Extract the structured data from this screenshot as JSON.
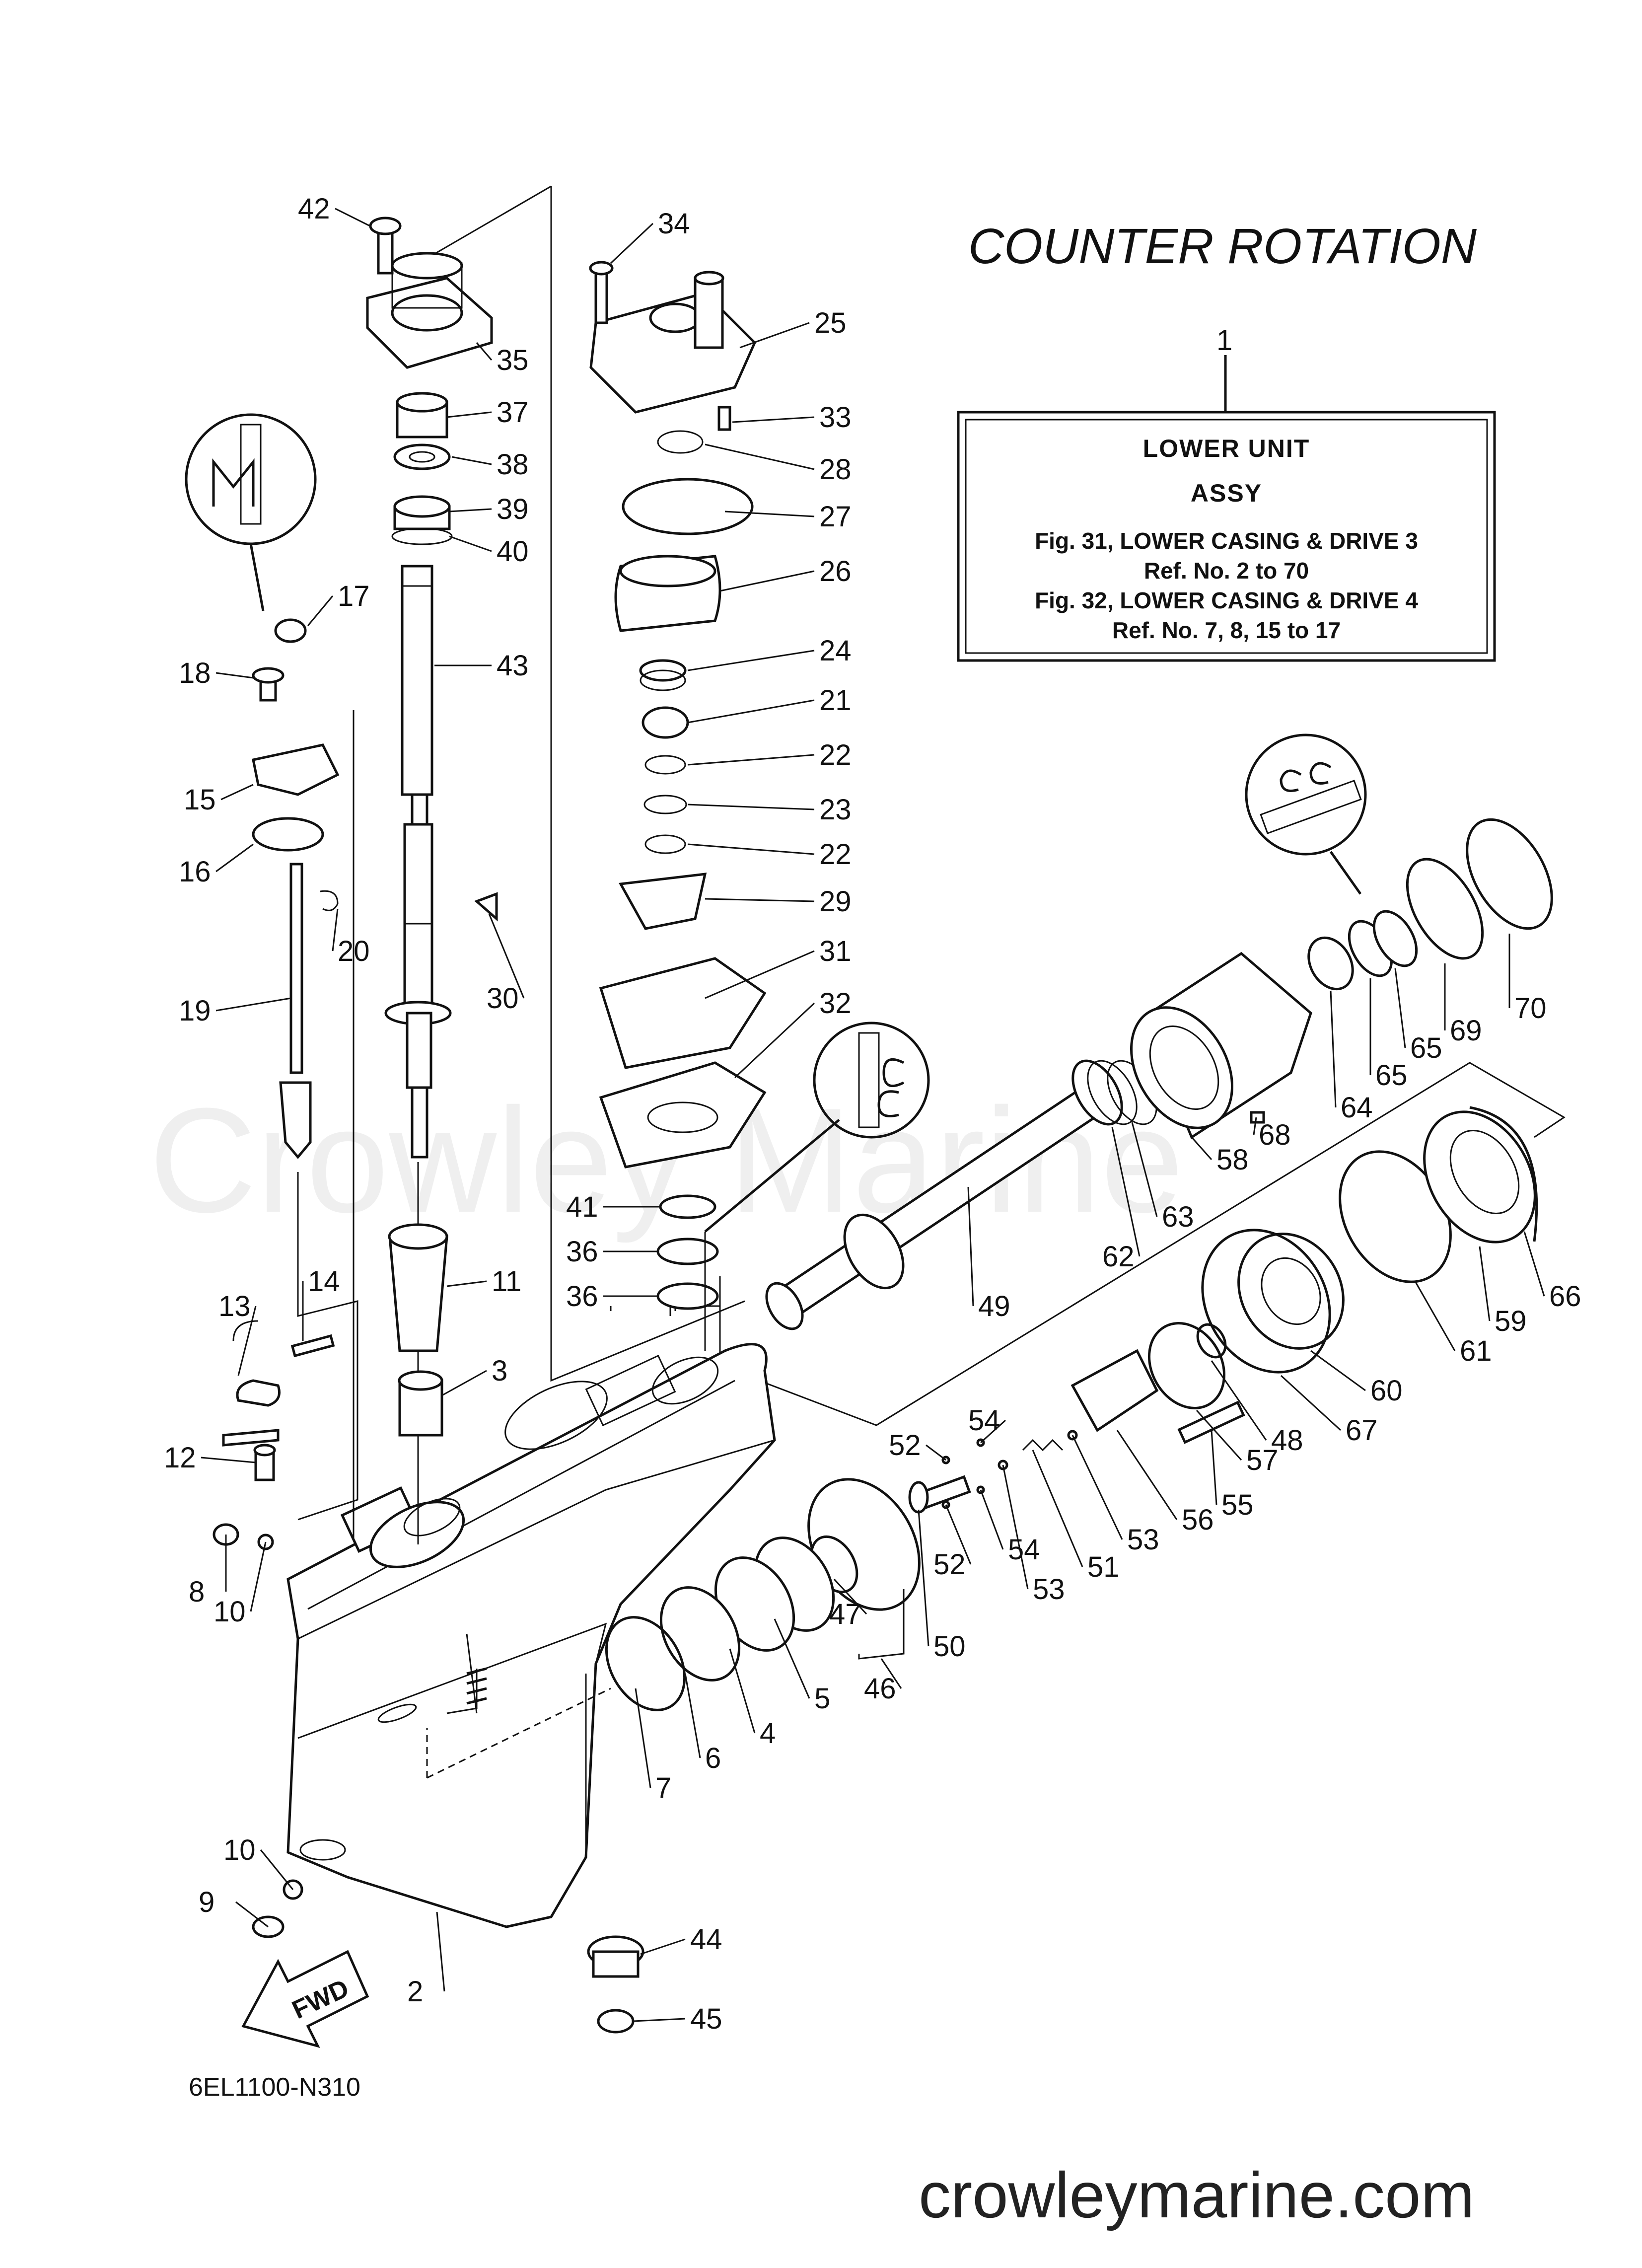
{
  "title": "COUNTER ROTATION",
  "assy_box": {
    "ref_no": "1",
    "line1": "LOWER UNIT",
    "line2": "ASSY",
    "line3": "Fig. 31, LOWER CASING & DRIVE 3",
    "line4": "Ref. No. 2 to 70",
    "line5": "Fig. 32, LOWER CASING & DRIVE 4",
    "line6": "Ref. No. 7, 8, 15 to 17"
  },
  "diagram_code": "6EL1100-N310",
  "website": "crowleymarine.com",
  "watermark": "Crowley Marine",
  "fwd_label": "FWD",
  "icons": [
    "grease-marker-m",
    "grease-marker-c",
    "sealant-marker-gg"
  ],
  "part_labels": [
    {
      "id": "p42",
      "text": "42"
    },
    {
      "id": "p34",
      "text": "34"
    },
    {
      "id": "p25",
      "text": "25"
    },
    {
      "id": "p35",
      "text": "35"
    },
    {
      "id": "p37",
      "text": "37"
    },
    {
      "id": "p33",
      "text": "33"
    },
    {
      "id": "p28",
      "text": "28"
    },
    {
      "id": "p38",
      "text": "38"
    },
    {
      "id": "p39",
      "text": "39"
    },
    {
      "id": "p27",
      "text": "27"
    },
    {
      "id": "p40",
      "text": "40"
    },
    {
      "id": "p26",
      "text": "26"
    },
    {
      "id": "p17",
      "text": "17"
    },
    {
      "id": "p43",
      "text": "43"
    },
    {
      "id": "p24",
      "text": "24"
    },
    {
      "id": "p18",
      "text": "18"
    },
    {
      "id": "p21",
      "text": "21"
    },
    {
      "id": "p22a",
      "text": "22"
    },
    {
      "id": "p15",
      "text": "15"
    },
    {
      "id": "p23",
      "text": "23"
    },
    {
      "id": "p22b",
      "text": "22"
    },
    {
      "id": "p16",
      "text": "16"
    },
    {
      "id": "p29",
      "text": "29"
    },
    {
      "id": "p20",
      "text": "20"
    },
    {
      "id": "p31",
      "text": "31"
    },
    {
      "id": "p30",
      "text": "30"
    },
    {
      "id": "p32",
      "text": "32"
    },
    {
      "id": "p19",
      "text": "19"
    },
    {
      "id": "p70",
      "text": "70"
    },
    {
      "id": "p69",
      "text": "69"
    },
    {
      "id": "p65a",
      "text": "65"
    },
    {
      "id": "p65b",
      "text": "65"
    },
    {
      "id": "p64",
      "text": "64"
    },
    {
      "id": "p68",
      "text": "68"
    },
    {
      "id": "p58",
      "text": "58"
    },
    {
      "id": "p63",
      "text": "63"
    },
    {
      "id": "p41",
      "text": "41"
    },
    {
      "id": "p36a",
      "text": "36"
    },
    {
      "id": "p36b",
      "text": "36"
    },
    {
      "id": "p62",
      "text": "62"
    },
    {
      "id": "p11",
      "text": "11"
    },
    {
      "id": "p66",
      "text": "66"
    },
    {
      "id": "p59",
      "text": "59"
    },
    {
      "id": "p61",
      "text": "61"
    },
    {
      "id": "p49",
      "text": "49"
    },
    {
      "id": "p60",
      "text": "60"
    },
    {
      "id": "p13",
      "text": "13"
    },
    {
      "id": "p14",
      "text": "14"
    },
    {
      "id": "p3",
      "text": "3"
    },
    {
      "id": "p67",
      "text": "67"
    },
    {
      "id": "p48",
      "text": "48"
    },
    {
      "id": "p57",
      "text": "57"
    },
    {
      "id": "p54a",
      "text": "54"
    },
    {
      "id": "p52a",
      "text": "52"
    },
    {
      "id": "p55",
      "text": "55"
    },
    {
      "id": "p12",
      "text": "12"
    },
    {
      "id": "p56",
      "text": "56"
    },
    {
      "id": "p53a",
      "text": "53"
    },
    {
      "id": "p54b",
      "text": "54"
    },
    {
      "id": "p51",
      "text": "51"
    },
    {
      "id": "p52b",
      "text": "52"
    },
    {
      "id": "p53b",
      "text": "53"
    },
    {
      "id": "p8",
      "text": "8"
    },
    {
      "id": "p10a",
      "text": "10"
    },
    {
      "id": "p47",
      "text": "47"
    },
    {
      "id": "p50",
      "text": "50"
    },
    {
      "id": "p5",
      "text": "5"
    },
    {
      "id": "p46",
      "text": "46"
    },
    {
      "id": "p4",
      "text": "4"
    },
    {
      "id": "p6",
      "text": "6"
    },
    {
      "id": "p7",
      "text": "7"
    },
    {
      "id": "p10b",
      "text": "10"
    },
    {
      "id": "p9",
      "text": "9"
    },
    {
      "id": "p44",
      "text": "44"
    },
    {
      "id": "p2",
      "text": "2"
    },
    {
      "id": "p45",
      "text": "45"
    }
  ]
}
